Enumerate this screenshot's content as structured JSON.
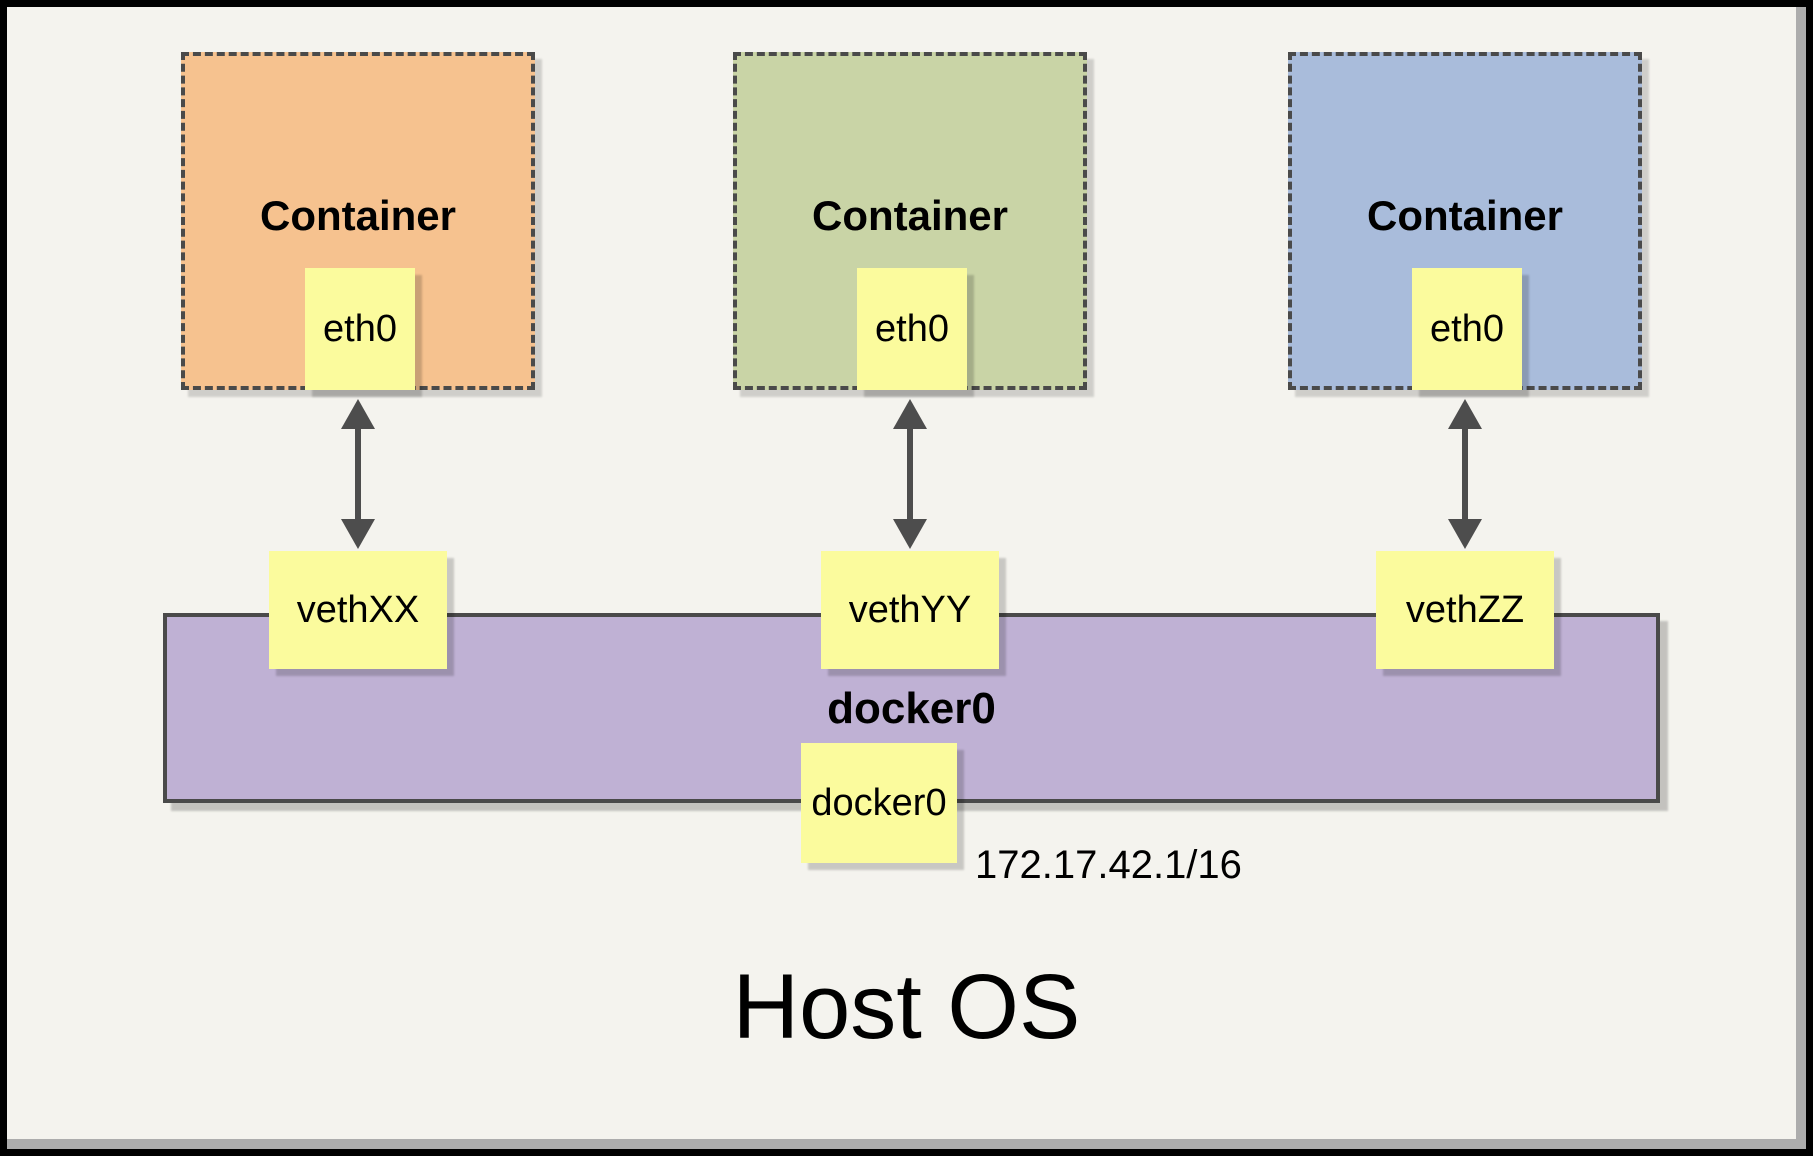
{
  "title": "Host OS",
  "containers": [
    {
      "label": "Container",
      "interface_label": "eth0",
      "veth_label": "vethXX",
      "fill": "#F6C28F"
    },
    {
      "label": "Container",
      "interface_label": "eth0",
      "veth_label": "vethYY",
      "fill": "#C9D4A6"
    },
    {
      "label": "Container",
      "interface_label": "eth0",
      "veth_label": "vethZZ",
      "fill": "#A9BCDB"
    }
  ],
  "bridge": {
    "label": "docker0",
    "interface_label": "docker0",
    "ip_address": "172.17.42.1/16",
    "fill": "#BFB1D4"
  },
  "colors": {
    "background": "#F4F3EE",
    "note_fill": "#FBFB9D",
    "line": "#4D4D4D",
    "outer_border": "#000000"
  }
}
